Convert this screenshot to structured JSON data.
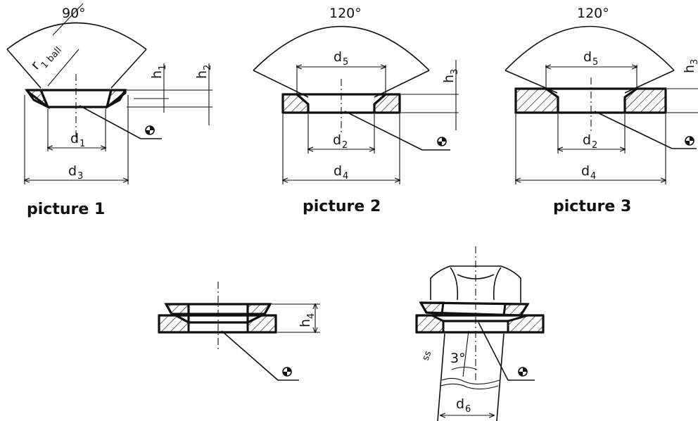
{
  "pictures": [
    {
      "caption": "picture 1",
      "angle": "90°",
      "radius_label": "r",
      "radius_sub": "1 ball",
      "dims": [
        {
          "base": "d",
          "sub": "1"
        },
        {
          "base": "d",
          "sub": "3"
        },
        {
          "base": "h",
          "sub": "1"
        },
        {
          "base": "h",
          "sub": "2"
        }
      ]
    },
    {
      "caption": "picture 2",
      "angle": "120°",
      "dims": [
        {
          "base": "d",
          "sub": "5"
        },
        {
          "base": "d",
          "sub": "2"
        },
        {
          "base": "d",
          "sub": "4"
        },
        {
          "base": "h",
          "sub": "3"
        }
      ]
    },
    {
      "caption": "picture 3",
      "angle": "120°",
      "dims": [
        {
          "base": "d",
          "sub": "5"
        },
        {
          "base": "d",
          "sub": "2"
        },
        {
          "base": "d",
          "sub": "4"
        },
        {
          "base": "h",
          "sub": "3"
        }
      ]
    }
  ],
  "assembly": {
    "height_label": {
      "base": "h",
      "sub": "4"
    },
    "tilt_angle": "3°",
    "bolt_dim": {
      "base": "d",
      "sub": "6"
    }
  },
  "symbol_name": "marker-circle-icon"
}
